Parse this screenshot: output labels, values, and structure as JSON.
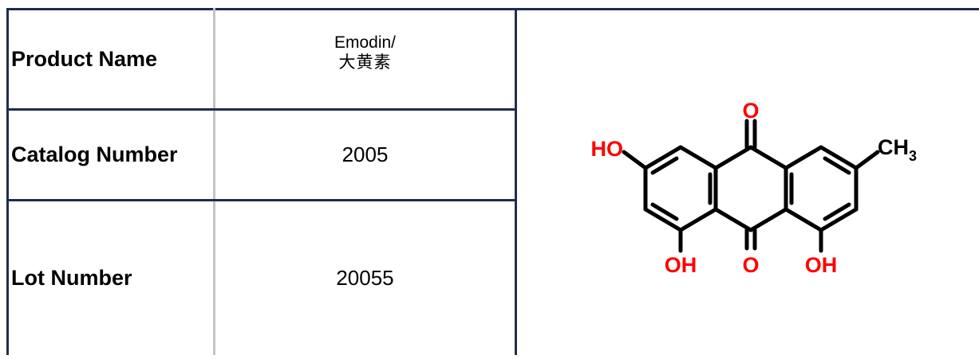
{
  "rows": [
    {
      "label": "Product Name",
      "value_line1": "Emodin/",
      "value_line2": "大黄素"
    },
    {
      "label": "Catalog Number",
      "value": "2005"
    },
    {
      "label": "Lot Number",
      "value": "20055"
    }
  ],
  "structure": {
    "oxygen_top": "O",
    "oxygen_bottom": "O",
    "hydroxyl_left": "HO",
    "hydroxyl_bottom_left": "OH",
    "hydroxyl_bottom_right": "OH",
    "methyl_main": "CH",
    "methyl_sub": "3",
    "colors": {
      "heteroatom": "#ff0000",
      "bond": "#000000",
      "border": "#1f2d4d"
    }
  }
}
